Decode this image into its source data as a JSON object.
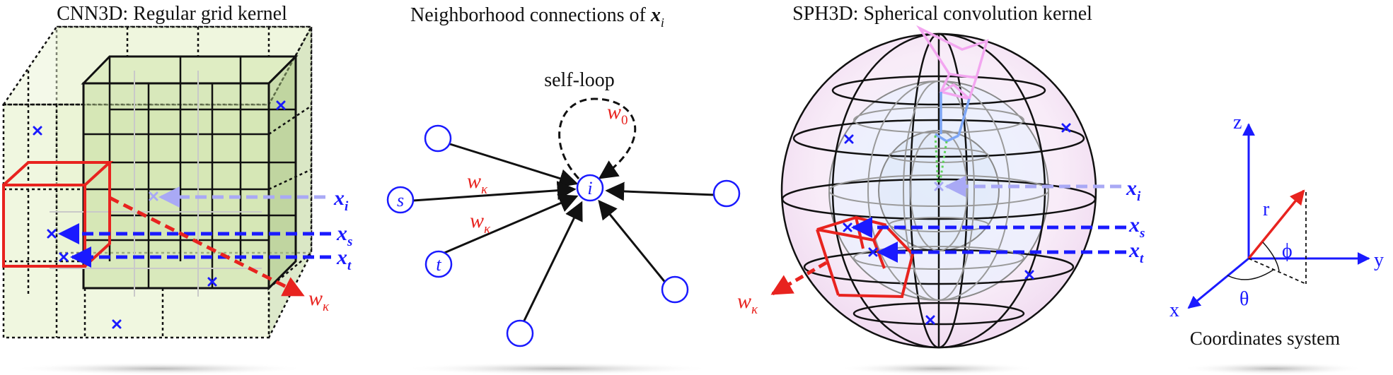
{
  "panels": {
    "cnn3d": {
      "title": "CNN3D: Regular grid kernel",
      "label_xi": "x",
      "label_xi_sub": "i",
      "label_xs": "x",
      "label_xs_sub": "s",
      "label_xt": "x",
      "label_xt_sub": "t",
      "label_wk": "w",
      "label_wk_sub": "κ"
    },
    "graph": {
      "title_prefix": "Neighborhood connections of ",
      "title_var": "x",
      "title_sub": "i",
      "self_loop": "self-loop",
      "w0": "w",
      "w0_sub": "0",
      "wk1": "w",
      "wk1_sub": "κ",
      "wk2": "w",
      "wk2_sub": "κ",
      "node_i": "i",
      "node_s": "s",
      "node_t": "t"
    },
    "sph3d": {
      "title": "SPH3D: Spherical convolution kernel",
      "label_xi": "x",
      "label_xi_sub": "i",
      "label_xs": "x",
      "label_xs_sub": "s",
      "label_xt": "x",
      "label_xt_sub": "t",
      "label_wk": "w",
      "label_wk_sub": "κ"
    },
    "coords": {
      "caption": "Coordinates system",
      "axis_z": "z",
      "axis_y": "y",
      "axis_x": "x",
      "r": "r",
      "phi": "ϕ",
      "theta": "θ"
    }
  },
  "colors": {
    "blue": "#1a1aff",
    "light_blue": "#a9a9f5",
    "red": "#e8231f",
    "grid_green": "#dcedb8",
    "pink": "#f3a6f0"
  },
  "icons": [
    "cross-marker-icon",
    "node-circle-icon",
    "arrow-icon"
  ]
}
